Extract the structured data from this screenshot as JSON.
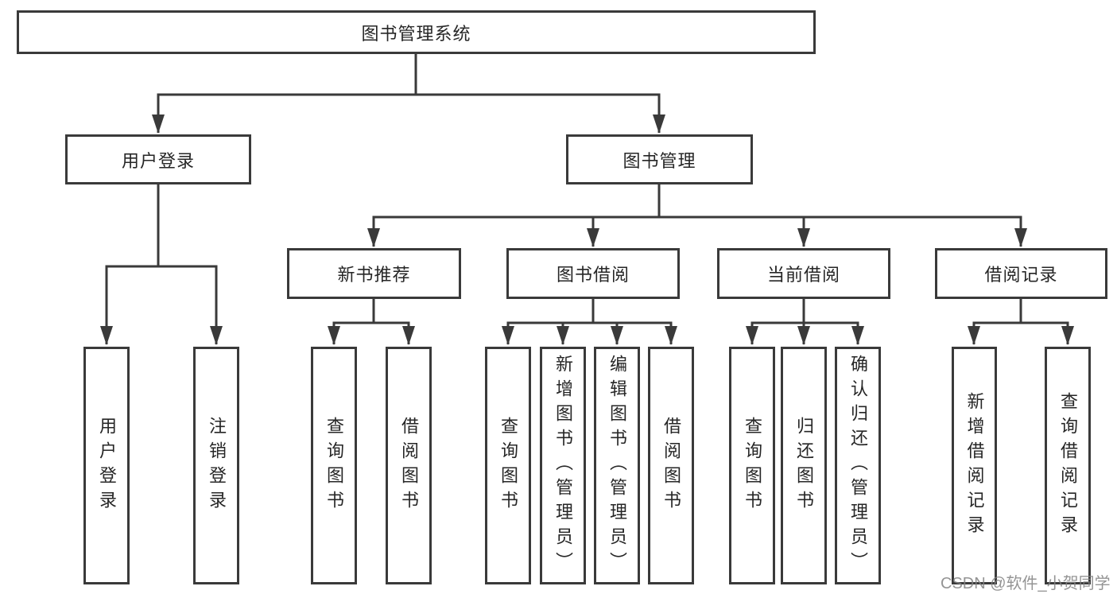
{
  "nodes": {
    "root": "图书管理系统",
    "user_login": "用户登录",
    "book_management": "图书管理",
    "recommend": "新书推荐",
    "borrow": "图书借阅",
    "current": "当前借阅",
    "records": "借阅记录"
  },
  "leaves": {
    "user_login": "用户登录",
    "logout": "注销登录",
    "recommend_query": "查询图书",
    "recommend_borrow": "借阅图书",
    "borrow_query": "查询图书",
    "borrow_add": "新增图书（管理员）",
    "borrow_edit": "编辑图书（管理员）",
    "borrow_borrow": "借阅图书",
    "current_query": "查询图书",
    "current_return": "归还图书",
    "current_confirm": "确认归还（管理员）",
    "records_add": "新增借阅记录",
    "records_query": "查询借阅记录"
  },
  "hierarchy": {
    "图书管理系统": {
      "用户登录": [
        "用户登录",
        "注销登录"
      ],
      "图书管理": {
        "新书推荐": [
          "查询图书",
          "借阅图书"
        ],
        "图书借阅": [
          "查询图书",
          "新增图书（管理员）",
          "编辑图书（管理员）",
          "借阅图书"
        ],
        "当前借阅": [
          "查询图书",
          "归还图书",
          "确认归还（管理员）"
        ],
        "借阅记录": [
          "新增借阅记录",
          "查询借阅记录"
        ]
      }
    }
  },
  "watermark": "CSDN @软件_小贺同学",
  "colors": {
    "line": "#3a3a3a",
    "text": "#262626",
    "watermark": "#828282",
    "background": "#ffffff"
  }
}
